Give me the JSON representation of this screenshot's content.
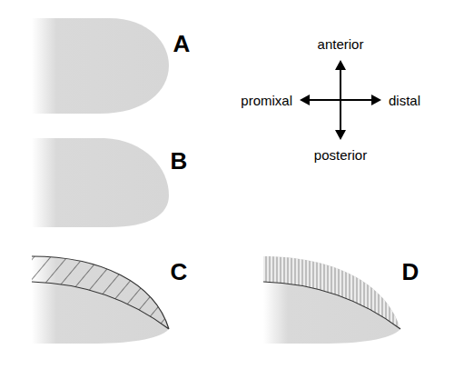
{
  "diagram": {
    "labels": [
      "A",
      "B",
      "C",
      "D",
      "anterior",
      "promixal",
      "distal",
      "posterior"
    ]
  }
}
